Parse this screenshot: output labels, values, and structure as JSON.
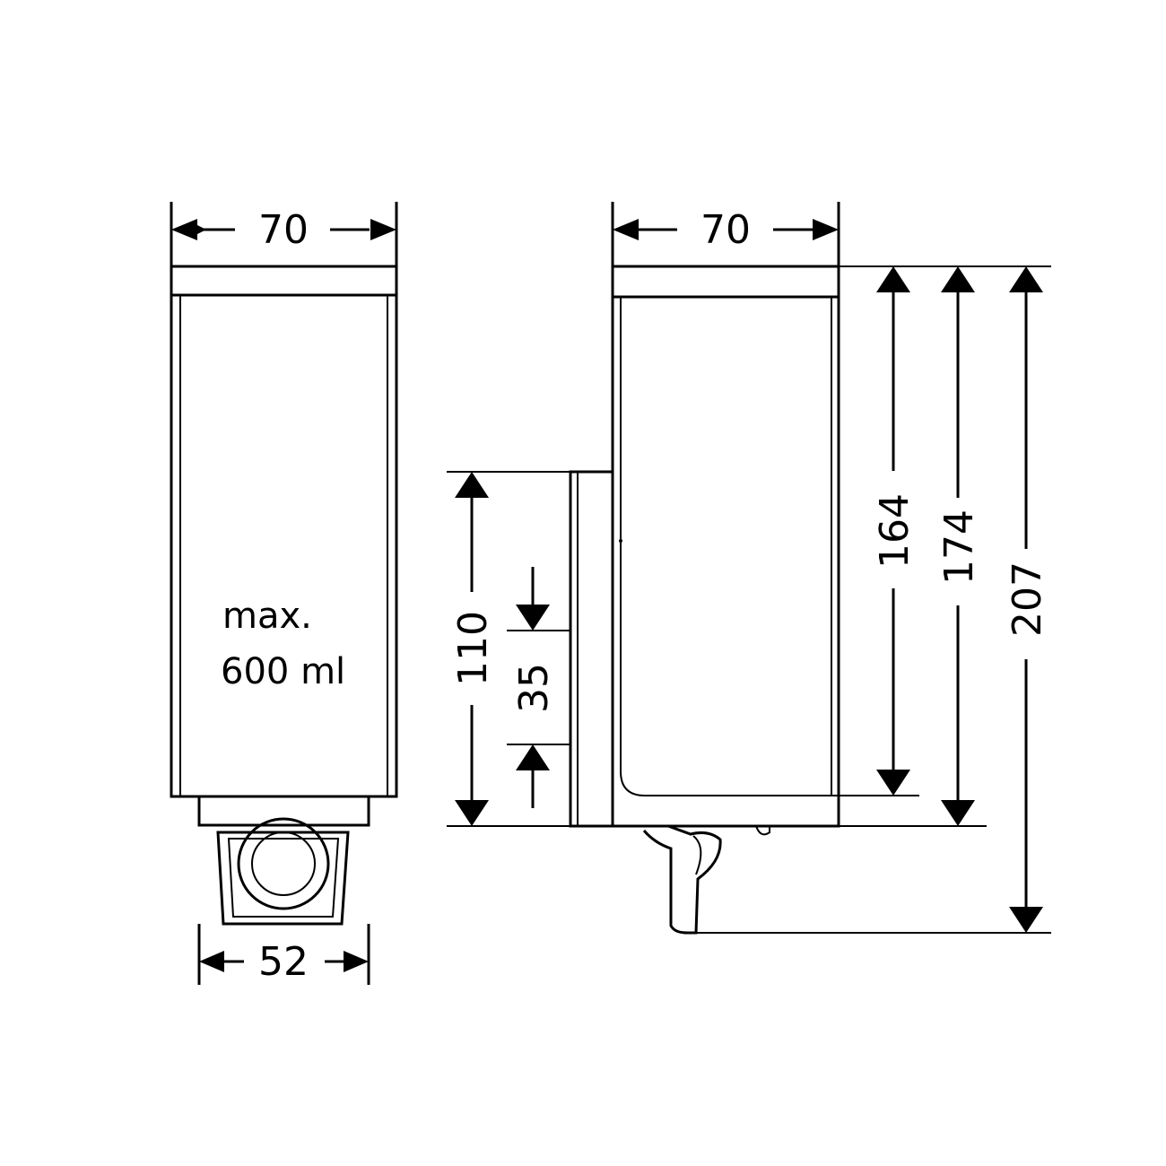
{
  "front_view": {
    "width_top": "70",
    "width_bottom": "52",
    "capacity_line1": "max.",
    "capacity_line2": "600 ml"
  },
  "side_view": {
    "width_top": "70",
    "height_164": "164",
    "height_174": "174",
    "height_207": "207",
    "bracket_height": "110",
    "bracket_offset": "35"
  },
  "colors": {
    "line": "#000000",
    "background": "#ffffff"
  }
}
